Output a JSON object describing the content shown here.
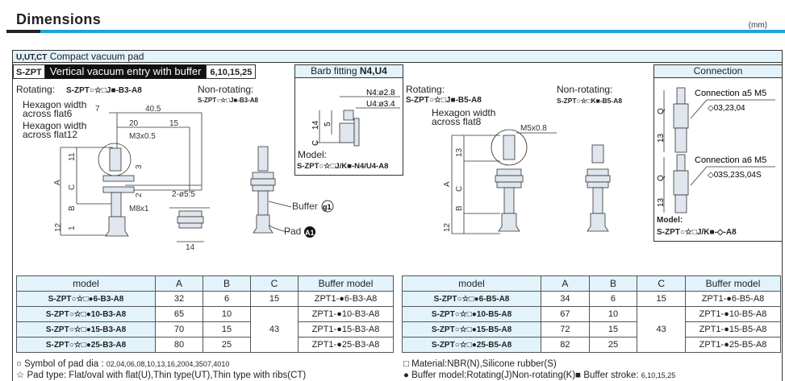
{
  "header": {
    "title": "Dimensions",
    "unit": "(mm)"
  },
  "section": {
    "series": "U,UT,CT",
    "title": "Compact vacuum pad",
    "prefix": "S-ZPT",
    "subtitle": "Vertical vacuum entry with buffer",
    "strokes": "6,10,15,25"
  },
  "left": {
    "rotating_label": "Rotating:",
    "rotating_code": "S-ZPT○☆□J■-B3-A8",
    "nonrotating_label": "Non-rotating:",
    "nonrotating_code": "S-ZPT○☆□J■-B3-A8",
    "hex6": "Hexagon width across flat6",
    "hex12": "Hexagon width across flat12",
    "dims": {
      "d7": "7",
      "d405": "40.5",
      "d20": "20",
      "d15": "15",
      "thread": "M3x0.5",
      "d11": "11",
      "d3": "3",
      "a": "A",
      "c": "C",
      "d2": "2",
      "hole": "2-ø5.5",
      "b": "B",
      "m8": "M8x1",
      "d12": "12",
      "d1": "1",
      "d14": "14"
    },
    "buffer_label": "Buffer",
    "buffer_code": "g1",
    "pad_label": "Pad",
    "pad_code": "A1"
  },
  "barb": {
    "title": "Barb fitting",
    "title_bold": "N4,U4",
    "n4": "N4:ø2.8",
    "u4": "U4:ø3.4",
    "d5": "5",
    "d14": "14",
    "c": "C",
    "model_label": "Model:",
    "model_code": "S-ZPT○☆□J/K■-N4/U4-A8"
  },
  "right": {
    "rotating_label": "Rotating:",
    "rotating_code": "S-ZPT○☆□J■-B5-A8",
    "nonrotating_label": "Non-rotating:",
    "nonrotating_code": "S-ZPT○☆□K■-B5-A8",
    "hex8": "Hexagon width across flat8",
    "thread": "M5x0.8",
    "dims": {
      "d13": "13",
      "a": "A",
      "c": "C",
      "b": "B",
      "d12": "12"
    }
  },
  "connection": {
    "title": "Connection",
    "a5": "Connection a5 M5",
    "a5_codes": "◇03,23,04",
    "a6": "Connection a6 M5",
    "a6_codes": "◇03S,23S,04S",
    "q": "Q",
    "d13": "13",
    "model_label": "Model:",
    "model_code": "S-ZPT○☆□J/K■-◇-A8"
  },
  "table_left": {
    "headers": [
      "model",
      "A",
      "B",
      "C",
      "Buffer model"
    ],
    "rows": [
      [
        "S-ZPT○☆□●6-B3-A8",
        "32",
        "6",
        "15",
        "ZPT1-●6-B3-A8"
      ],
      [
        "S-ZPT○☆□●10-B3-A8",
        "65",
        "10",
        "43",
        "ZPT1-●10-B3-A8"
      ],
      [
        "S-ZPT○☆□●15-B3-A8",
        "70",
        "15",
        "",
        "ZPT1-●15-B3-A8"
      ],
      [
        "S-ZPT○☆□●25-B3-A8",
        "80",
        "25",
        "",
        "ZPT1-●25-B3-A8"
      ]
    ]
  },
  "table_right": {
    "headers": [
      "model",
      "A",
      "B",
      "C",
      "Buffer model"
    ],
    "rows": [
      [
        "S-ZPT○☆□●6-B5-A8",
        "34",
        "6",
        "15",
        "ZPT1-●6-B5-A8"
      ],
      [
        "S-ZPT○☆□●10-B5-A8",
        "67",
        "10",
        "43",
        "ZPT1-●10-B5-A8"
      ],
      [
        "S-ZPT○☆□●15-B5-A8",
        "72",
        "15",
        "",
        "ZPT1-●15-B5-A8"
      ],
      [
        "S-ZPT○☆□●25-B5-A8",
        "82",
        "25",
        "",
        "ZPT1-●25-B5-A8"
      ]
    ]
  },
  "notes": {
    "pad_dia": "○ Symbol of pad dia :",
    "pad_dia_vals": "02,04,06,08,10,13,16,2004,3507,4010",
    "pad_type": "☆ Pad type: Flat/oval with flat(U),Thin type(UT),Thin type with ribs(CT)",
    "material": "□ Material:NBR(N),Silicone rubber(S)",
    "buffer": "● Buffer model:Rotating(J)Non-rotating(K)■ Buffer stroke:",
    "buffer_vals": "6,10,15,25"
  }
}
